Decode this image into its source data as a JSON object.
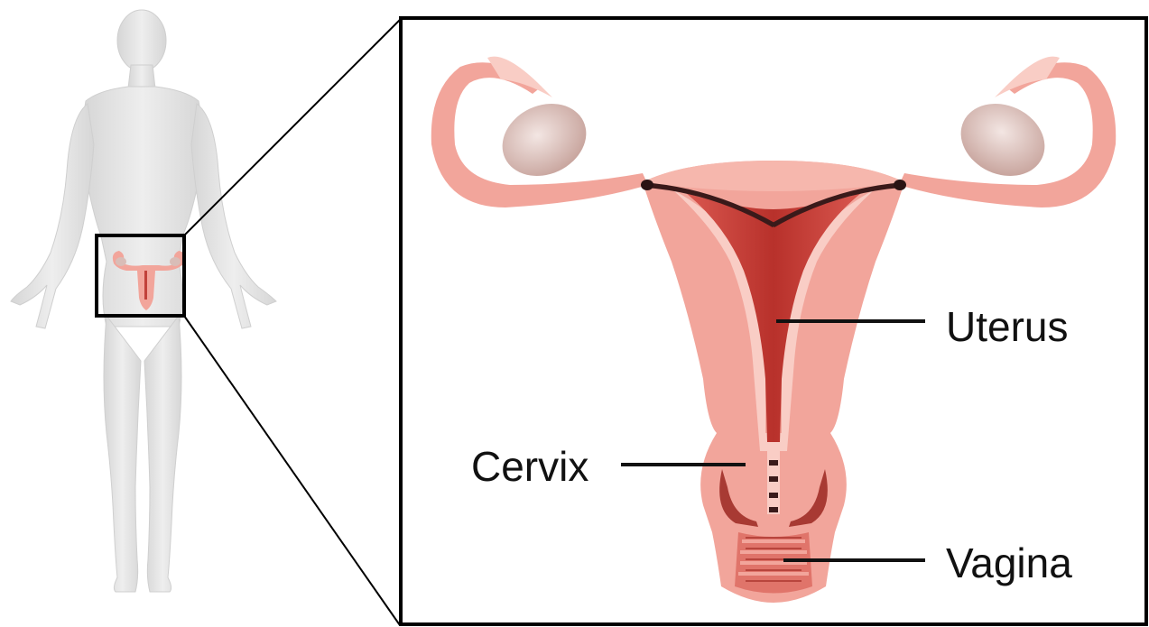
{
  "labels": {
    "uterus": "Uterus",
    "cervix": "Cervix",
    "vagina": "Vagina"
  },
  "colors": {
    "body": "#e6e6e6",
    "tissue": "#f2a59b",
    "tissue_dark": "#e0746a",
    "tissue_light": "#f9cdc5",
    "cavity": "#c2413a",
    "ovary": "#d9bdb7",
    "frame": "#000000"
  },
  "icons": {
    "figure": "human-body-icon",
    "anatomy": "uterus-anatomy-icon"
  }
}
